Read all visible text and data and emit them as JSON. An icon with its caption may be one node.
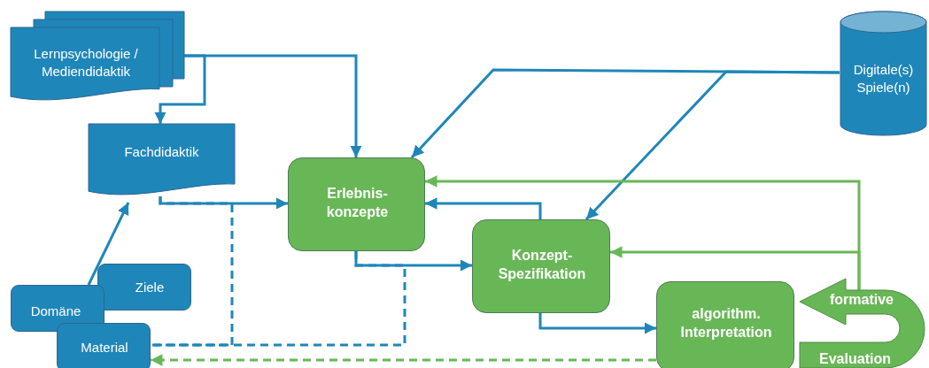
{
  "diagram": {
    "nodes": [
      {
        "text": [
          "Lernpsychologie / Mediendidaktik"
        ]
      },
      {
        "text": [
          "Fachdidaktik"
        ]
      },
      {
        "text": [
          "Ziele"
        ]
      },
      {
        "text": [
          "Domäne"
        ]
      },
      {
        "text": [
          "Material"
        ]
      },
      {
        "text": [
          "Erlebnis-konzepte"
        ]
      },
      {
        "text": [
          "Konzept-Spezifikation"
        ]
      },
      {
        "text": [
          "algorithm. Interpretation"
        ]
      },
      {
        "text": [
          "Digitale(s) Spiele(n)"
        ]
      },
      {
        "text": [
          "formative",
          "Evaluation"
        ]
      }
    ],
    "edges": [
      {
        "from": 0,
        "to": 5,
        "arrow": "to"
      },
      {
        "from": 0,
        "to": 1,
        "arrow": "to"
      },
      {
        "from": 3,
        "to": 1,
        "arrow": "to"
      },
      {
        "from": 1,
        "to": 5,
        "arrow": "to"
      },
      {
        "from": 1,
        "to": 4,
        "arrow": "none",
        "style": "dashed"
      },
      {
        "from": 5,
        "to": 4,
        "arrow": "none",
        "style": "dashed"
      },
      {
        "from": 5,
        "to": 6,
        "arrow": "to"
      },
      {
        "from": 6,
        "to": 5,
        "arrow": "to"
      },
      {
        "from": 6,
        "to": 7,
        "arrow": "to"
      },
      {
        "from": 8,
        "to": 5,
        "arrow": "to"
      },
      {
        "from": 8,
        "to": 6,
        "arrow": "to"
      },
      {
        "from": 7,
        "to": 4,
        "arrow": "to",
        "style": "dashed",
        "color": "#68b757"
      },
      {
        "from": 9,
        "to": 5,
        "arrow": "to",
        "color": "#68b757"
      },
      {
        "from": 9,
        "to": 6,
        "arrow": "to",
        "color": "#68b757"
      }
    ]
  }
}
